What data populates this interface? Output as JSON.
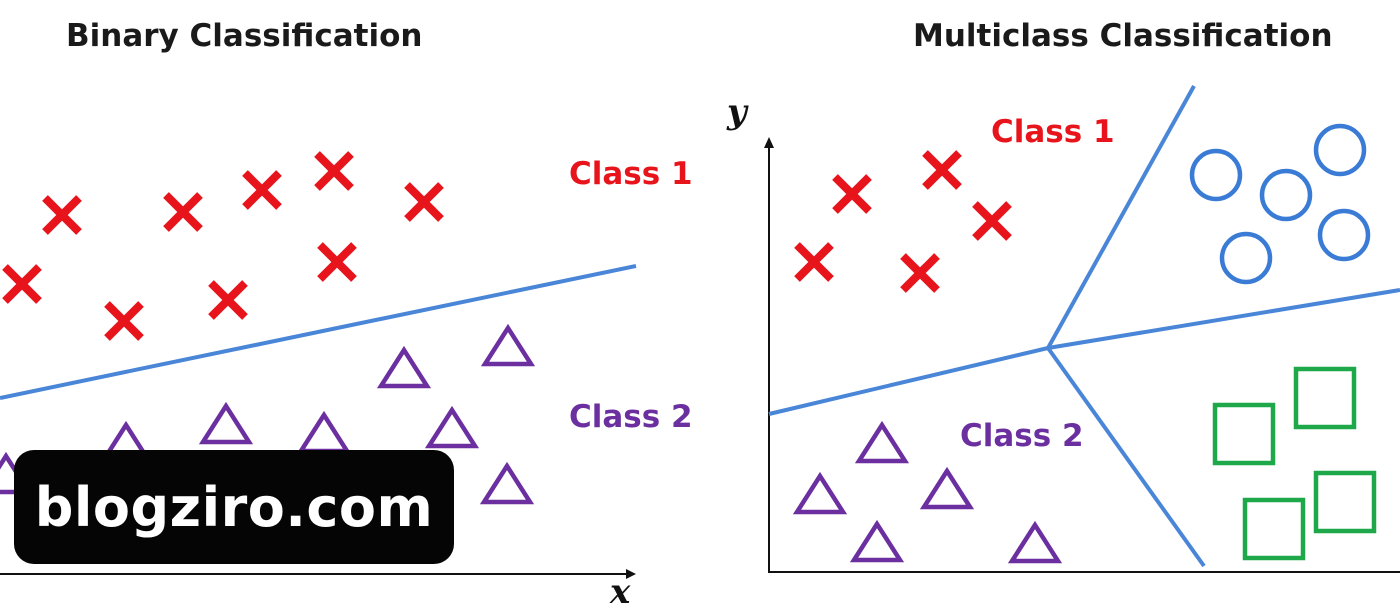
{
  "panels": {
    "binary": {
      "title": "Binary Classification",
      "class1_label": "Class 1",
      "class2_label": "Class 2",
      "x_axis_label": "x"
    },
    "multiclass": {
      "title": "Multiclass Classification",
      "class1_label": "Class 1",
      "class2_label": "Class 2",
      "y_axis_label": "y"
    }
  },
  "watermark": {
    "text": "blogziro.com"
  },
  "colors": {
    "class1": "#e8141c",
    "class2": "#6b2fa0",
    "class3": "#3a7bd5",
    "class4": "#1fa84a",
    "boundary": "#4a86d8",
    "axis": "#111111"
  },
  "marker_names": {
    "class1": "cross",
    "class2": "triangle",
    "class3": "circle",
    "class4": "square"
  }
}
